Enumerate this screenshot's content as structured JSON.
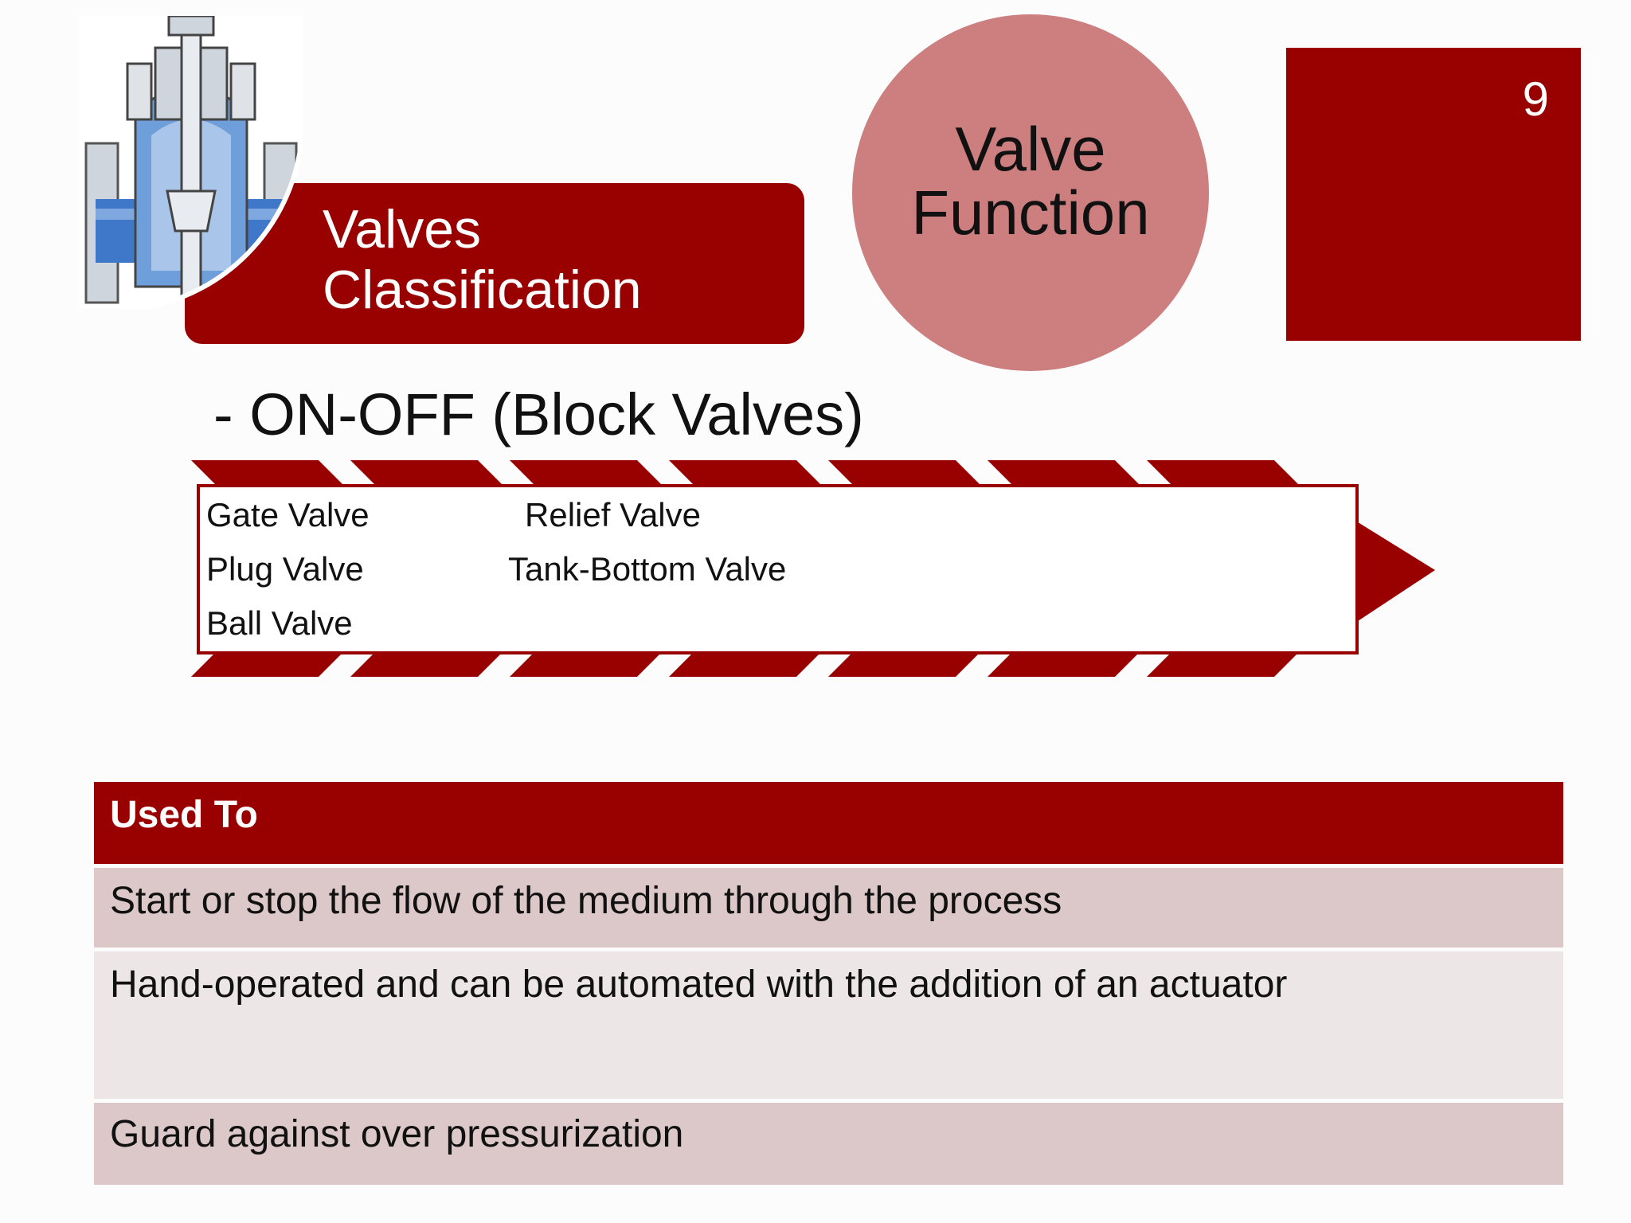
{
  "header": {
    "title_line1": "Valves",
    "title_line2": "Classification",
    "circle_line1": "Valve",
    "circle_line2": "Function",
    "page_number": "9"
  },
  "subheading": "- ON-OFF (Block Valves)",
  "valve_list": {
    "column1": [
      "Gate Valve",
      "Plug Valve",
      "Ball Valve"
    ],
    "column2": [
      "Relief Valve",
      "Tank-Bottom Valve"
    ]
  },
  "uses_table": {
    "header": "Used To",
    "rows": [
      "Start or stop the flow of the medium through the  process",
      "Hand-operated and  can be automated with the addition of  an actuator",
      "Guard against over pressurization"
    ]
  },
  "colors": {
    "brand_red": "#990000",
    "circle_pink": "#cd7f7f",
    "row_dark": "#dcc8c8",
    "row_light": "#ede6e6"
  },
  "icons": [
    "valve-illustration"
  ]
}
